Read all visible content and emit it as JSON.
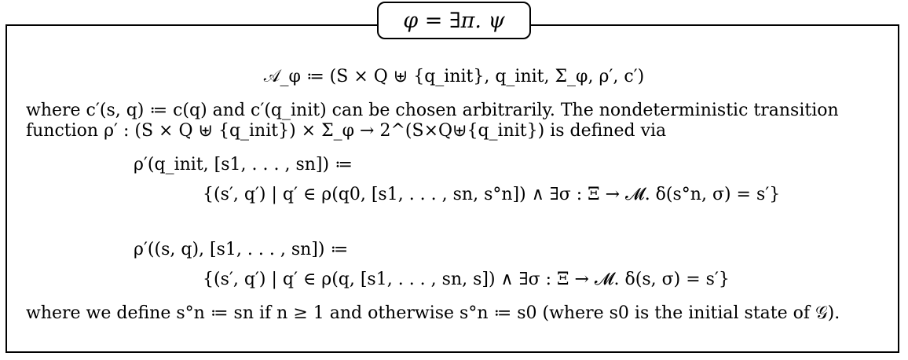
{
  "header_formula": "φ = ∃π. ψ",
  "automaton_definition": "𝒜_φ ≔ (S × Q ⊎ {q_init}, q_init, Σ_φ, ρ′, c′)",
  "text_line_1": "where c′(s, q) ≔ c(q) and c′(q_init) can be chosen arbitrarily. The nondeterministic transition",
  "text_line_2": "function ρ′ : (S × Q ⊎ {q_init}) × Σ_φ → 2^(S×Q⊎{q_init}) is defined via",
  "rho_init_lhs": "ρ′(q_init, [s1, . . . , sn]) ≔",
  "rho_init_rhs": "{(s′, q′) | q′ ∈ ρ(q0, [s1, . . . , sn, s°n]) ∧ ∃σ : Ξ → 𝓜. δ(s°n, σ) = s′}",
  "rho_state_lhs": "ρ′((s, q), [s1, . . . , sn]) ≔",
  "rho_state_rhs": "{(s′, q′) | q′ ∈ ρ(q, [s1, . . . , sn, s]) ∧ ∃σ : Ξ → 𝓜. δ(s, σ) = s′}",
  "text_line_3": "where we define s°n ≔ sn if n ≥ 1 and otherwise s°n ≔ s0 (where s0 is the initial state of 𝒢)."
}
